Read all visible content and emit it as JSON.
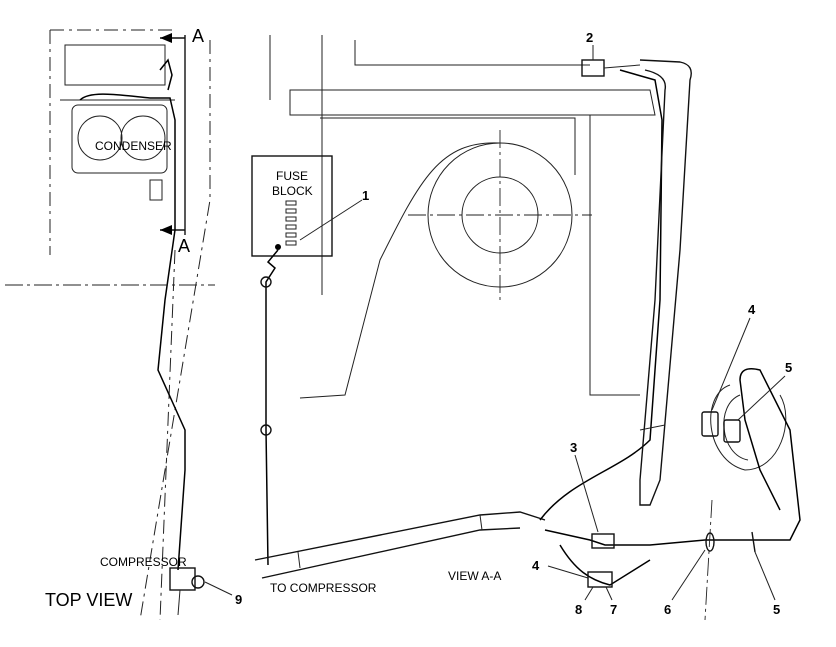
{
  "labels": {
    "top_view": "TOP VIEW",
    "view_aa": "VIEW A-A",
    "condenser": "CONDENSER",
    "compressor": "COMPRESSOR",
    "to_compressor": "TO COMPRESSOR",
    "fuse": "FUSE",
    "block": "BLOCK",
    "section_a_top": "A",
    "section_a_bottom": "A"
  },
  "callouts": [
    "1",
    "2",
    "3",
    "4",
    "5",
    "6",
    "7",
    "8",
    "9",
    "4",
    "5"
  ]
}
